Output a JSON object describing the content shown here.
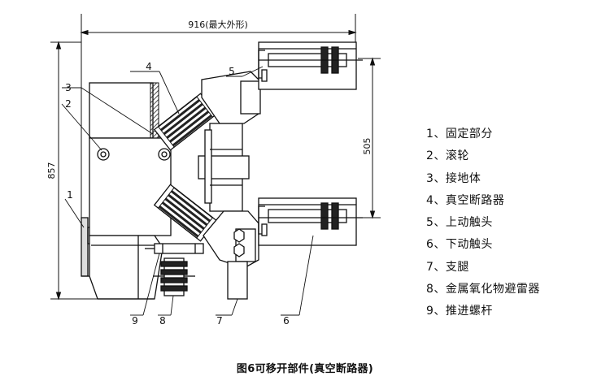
{
  "dimensions": {
    "width_label": "916(最大外形)",
    "height_label": "857",
    "span_label": "505"
  },
  "callouts": [
    "1",
    "2",
    "3",
    "4",
    "5",
    "6",
    "7",
    "8",
    "9"
  ],
  "legend": [
    "1、固定部分",
    "2、滚轮",
    "3、接地体",
    "4、真空断路器",
    "5、上动触头",
    "6、下动触头",
    "7、支腿",
    "8、金属氧化物避雷器",
    "9、推进螺杆"
  ],
  "caption": "图6可移开部件(真空断路器)",
  "colors": {
    "line": "#111111",
    "hatch": "#333333",
    "background": "#ffffff"
  }
}
